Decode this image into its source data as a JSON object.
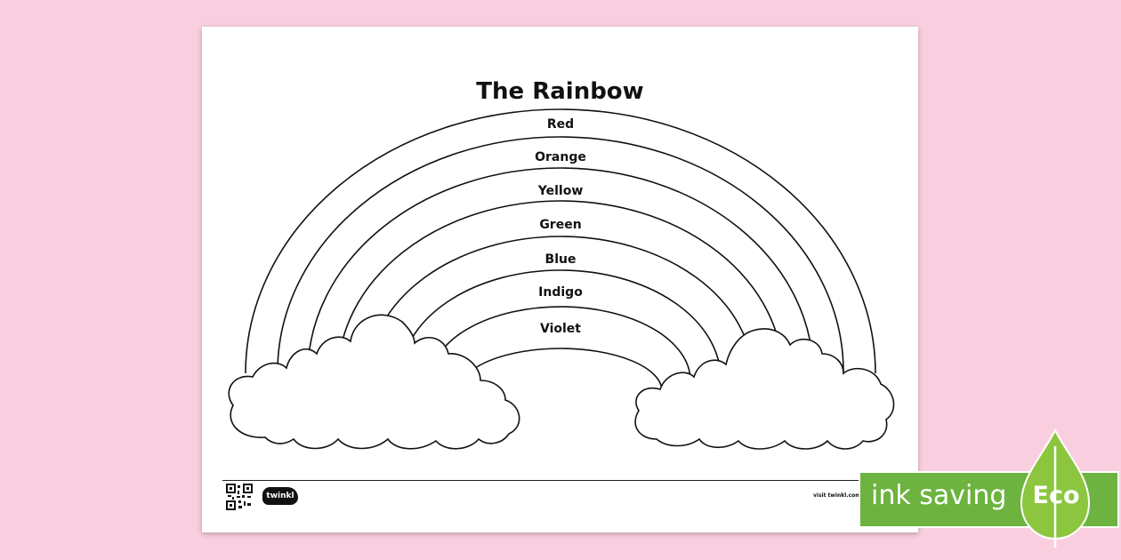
{
  "worksheet": {
    "title": "The Rainbow",
    "bands": [
      "Red",
      "Orange",
      "Yellow",
      "Green",
      "Blue",
      "Indigo",
      "Violet"
    ],
    "footer": {
      "brand": "twinkl",
      "visit_text": "visit twinkl.com"
    }
  },
  "badge": {
    "label": "ink saving",
    "eco": "Eco",
    "color": "#6cb33f"
  },
  "colors": {
    "background": "#f9cfe0",
    "sheet": "#ffffff",
    "outline": "#111111"
  }
}
